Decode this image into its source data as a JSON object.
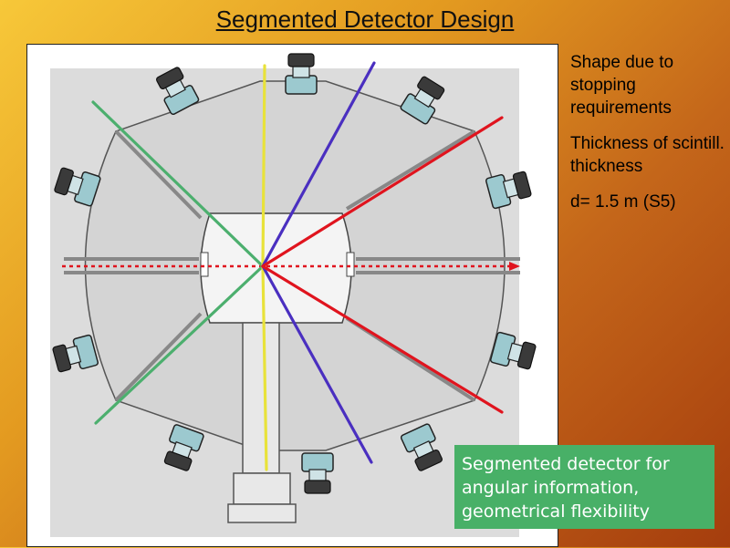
{
  "slide": {
    "title": "Segmented Detector Design",
    "notes": [
      "Shape due to stopping requirements",
      "Thickness of scintill. thickness",
      "d= 1.5 m (S5)"
    ],
    "callout": "Segmented detector for angular information, geometrical flexibility"
  },
  "colors": {
    "background_gradient": [
      "#f7c839",
      "#a53d0d"
    ],
    "callout_bg": "#48b067",
    "line_green": "#4caf6e",
    "line_yellow": "#e8e23a",
    "line_blue": "#4a2fc0",
    "line_red": "#e0141e",
    "photomultiplier": "#9cc9cf"
  }
}
